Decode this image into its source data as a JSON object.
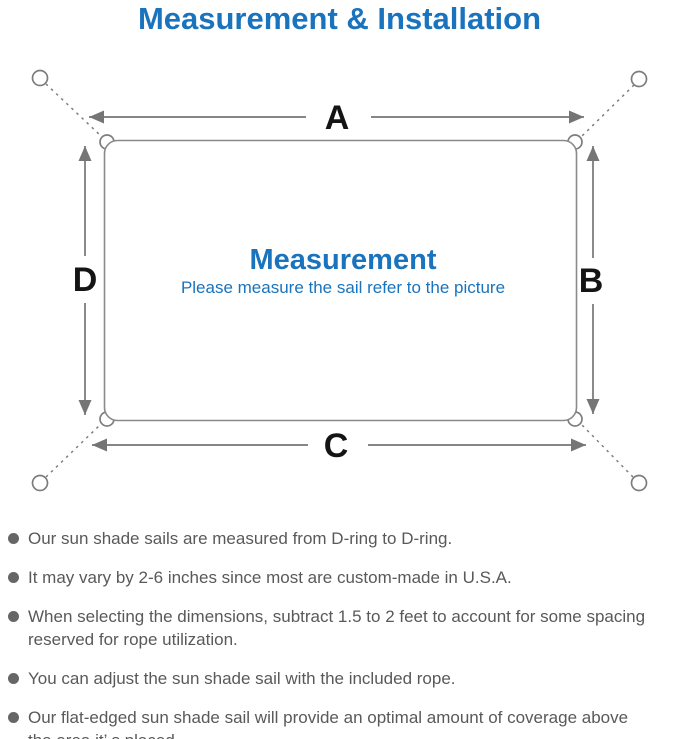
{
  "page": {
    "title": "Measurement & Installation"
  },
  "diagram": {
    "labels": {
      "top": "A",
      "right": "B",
      "bottom": "C",
      "left": "D"
    },
    "center_title": "Measurement",
    "center_subtitle": "Please measure the sail refer to the picture"
  },
  "bullets": {
    "items": [
      {
        "text": "Our sun shade sails are measured from D-ring to D-ring."
      },
      {
        "text": "It may vary by 2-6 inches since most are custom-made in U.S.A."
      },
      {
        "text": "When selecting the dimensions, subtract 1.5 to 2 feet to account for some spacing\nreserved for rope utilization."
      },
      {
        "text": "You can adjust the sun shade sail with the included rope."
      },
      {
        "text": "Our flat-edged sun shade sail will provide an optimal amount of coverage above\nthe area it’ s placed."
      }
    ]
  },
  "colors": {
    "accent_blue": "#1a73bd",
    "diagram_gray": "#7d7d7d",
    "text_gray": "#595959",
    "label_black": "#141414"
  }
}
